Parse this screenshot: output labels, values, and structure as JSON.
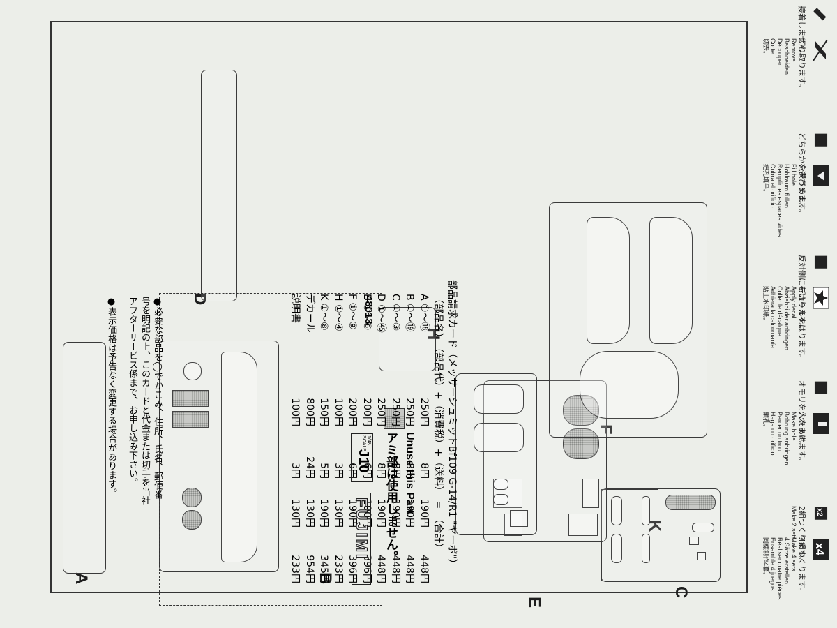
{
  "sheet": {
    "unused_label_jp": "アミ部は使用しません。",
    "unused_label_en": "Unuse this Part.",
    "product_number": "48013",
    "brand": "FUJIMI",
    "scale_label": "1/48\nSCALE",
    "series_code": "J10"
  },
  "legend": [
    {
      "icon": "cut-icon",
      "lines": [
        "切り取ります。",
        "Remove.",
        "Beschneiden.",
        "Découper.",
        "Corte.",
        "切去。"
      ]
    },
    {
      "icon": "no-glue-icon",
      "lines": [
        "接着しません。"
      ]
    },
    {
      "icon": "fill-hole-icon",
      "lines": [
        "穴をうめます。",
        "Fill hole.",
        "Hohlraum füllen.",
        "Remplir les espaces vides.",
        "Cubra el orificio.",
        "把孔填平。"
      ]
    },
    {
      "icon": "choose-icon",
      "lines": [
        "どちらかを選びます。"
      ]
    },
    {
      "icon": "decal-icon",
      "lines": [
        "デカールをはります。",
        "Apply decal.",
        "Abziehbilder anbringen.",
        "Coller le décalque.",
        "Adhiera la calcomanía.",
        "貼上水印紙。"
      ]
    },
    {
      "icon": "opposite-side-icon",
      "lines": [
        "反対側にもはります。"
      ]
    },
    {
      "icon": "drill-hole-icon",
      "lines": [
        "穴をあけます。",
        "Make hole.",
        "Bohrung anbringen.",
        "Percer un trou.",
        "Haga un orificio.",
        "鑽孔。"
      ]
    },
    {
      "icon": "weight-icon",
      "lines": [
        "オモリを入れます。"
      ]
    },
    {
      "icon": "make-four-icon",
      "lines": [
        "4組つくります。",
        "Make 4 sets.",
        "4 Sätze erstellen.",
        "Réaliser quatre pièces.",
        "Ensamble 4 juegos.",
        "同樣制作4套。"
      ]
    },
    {
      "icon": "make-two-icon",
      "lines": [
        "2組つくります。",
        "Make 2 sets."
      ]
    }
  ],
  "trees": {
    "A": "A",
    "B": "B",
    "C": "C",
    "D": "D",
    "E": "E",
    "F": "F",
    "H": "H",
    "K": "K"
  },
  "order_card": {
    "title": "部品請求カード（メッサーシュミットBf109 G-14/R1 \"ヤーボ\"）",
    "header": "（部品名）　（部品代）+（消費税）+（送料）　=　（合計）",
    "rows": [
      {
        "name": "A ①〜⑱",
        "price": "250円",
        "tax": "8円",
        "ship": "190円",
        "total": "448円"
      },
      {
        "name": "B ①〜⑲",
        "price": "250円",
        "tax": "8円",
        "ship": "190円",
        "total": "448円"
      },
      {
        "name": "C ①〜③",
        "price": "250円",
        "tax": "8円",
        "ship": "190円",
        "total": "448円"
      },
      {
        "name": "D ①〜㊺",
        "price": "250円",
        "tax": "8円",
        "ship": "190円",
        "total": "448円"
      },
      {
        "name": "E ①〜⑥",
        "price": "200円",
        "tax": "6円",
        "ship": "190円",
        "total": "396円"
      },
      {
        "name": "F ①〜⑨",
        "price": "200円",
        "tax": "6円",
        "ship": "190円",
        "total": "396円"
      },
      {
        "name": "H ①〜④",
        "price": "100円",
        "tax": "3円",
        "ship": "130円",
        "total": "233円"
      },
      {
        "name": "K ①〜⑧",
        "price": "150円",
        "tax": "5円",
        "ship": "190円",
        "total": "345円"
      },
      {
        "name": "デカール",
        "price": "800円",
        "tax": "24円",
        "ship": "130円",
        "total": "954円"
      },
      {
        "name": "説明書",
        "price": "100円",
        "tax": "3円",
        "ship": "130円",
        "total": "233円"
      }
    ],
    "note_1": "●必要な部品を◯でかこみ、住所、氏名、郵便番号を明記の上、このカードと代金または切手を当社アフターサービス係まで、お申し込み下さい。",
    "note_2": "●表示価格は予告なく変更する場合があります。"
  }
}
